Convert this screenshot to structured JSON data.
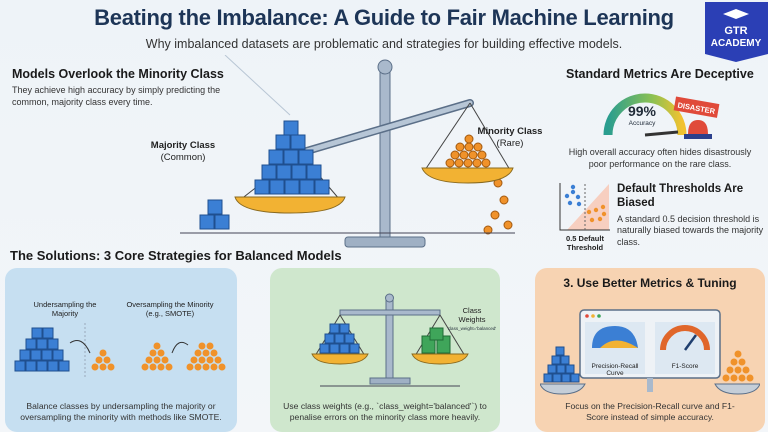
{
  "header": {
    "title": "Beating the Imbalance: A Guide to Fair Machine Learning",
    "subtitle": "Why imbalanced datasets are problematic and strategies for building effective models.",
    "logo_text": "GTR ACADEMY"
  },
  "problem": {
    "heading": "Models Overlook the Minority Class",
    "body": "They achieve high accuracy by simply predicting the common, majority class every time.",
    "majority_label": "Majority Class",
    "majority_sub": "(Common)",
    "minority_label": "Minority Class",
    "minority_sub": "(Rare)"
  },
  "metrics": {
    "heading": "Standard Metrics Are Deceptive",
    "gauge_value": "99%",
    "gauge_label": "Accuracy",
    "alert": "DISASTER",
    "body": "High overall accuracy often hides disastrously poor performance on the rare class."
  },
  "threshold": {
    "heading": "Default Thresholds Are Biased",
    "body": "A standard 0.5 decision threshold is naturally biased towards the majority class.",
    "plot_label": "0.5 Default Threshold"
  },
  "solutions": {
    "heading": "The Solutions: 3 Core Strategies for Balanced Models",
    "panels": [
      {
        "left_label": "Undersampling the Majority",
        "right_label": "Oversampling the Minority (e.g., SMOTE)",
        "body": "Balance classes by undersampling the majority or oversampling the minority with methods like SMOTE."
      },
      {
        "weights_label": "Class Weights",
        "weights_code": "class_weight='balanced'",
        "body": "Use class weights (e.g., `class_weight='balanced'`) to penalise errors on the minority class more heavily."
      },
      {
        "title": "3. Use Better Metrics & Tuning",
        "pr_label": "Precision-Recall Curve",
        "f1_label": "F1-Score",
        "body": "Focus on the Precision-Recall curve and F1-Score instead of simple accuracy."
      }
    ]
  },
  "colors": {
    "majority": "#3b7fd4",
    "minority": "#f0922a",
    "panel1": "#c6dff1",
    "panel2": "#cfe7cd",
    "panel3": "#f7d3b2",
    "title": "#1d3557"
  }
}
